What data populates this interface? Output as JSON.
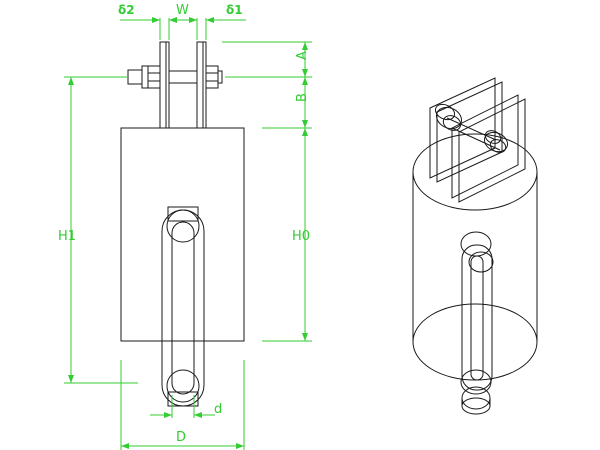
{
  "labels": {
    "delta2": "δ2",
    "w": "W",
    "delta1": "δ1",
    "a": "A",
    "b": "B",
    "h1": "H1",
    "h0": "H0",
    "d_small": "d",
    "d_large": "D"
  },
  "colors": {
    "object_lines": "#1a1a1a",
    "dimension_lines": "#33cc33",
    "background": "#ffffff"
  }
}
